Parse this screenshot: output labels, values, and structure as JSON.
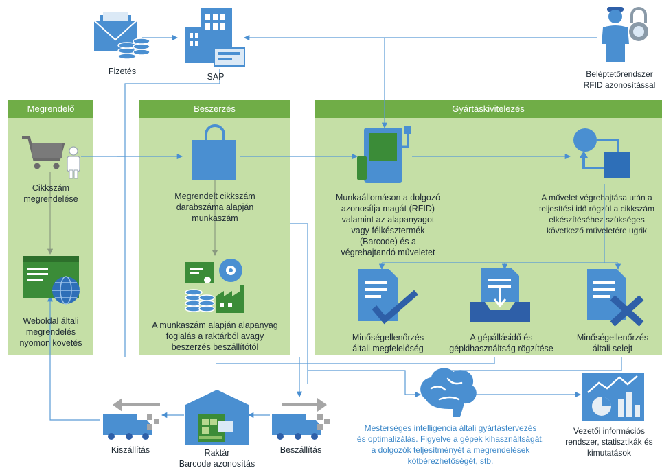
{
  "sections": {
    "megrendelo": "Megrendelő",
    "beszerzes": "Beszerzés",
    "gyartas": "Gyártáskivitelezés"
  },
  "labels": {
    "fizetes": "Fizetés",
    "sap": "SAP",
    "belepteto": "Beléptetőrendszer\nRFID azonosítással",
    "cikkszam": "Cikkszám\nmegrendelése",
    "weboldal": "Weboldal általi\nmegrendelés\nnyomon követés",
    "megrendelt": "Megrendelt cikkszám\ndarabszáma alapján\nmunkaszám",
    "munkaszam": "A munkaszám alapján alapanyag\nfoglalás a raktárból avagy\nbeszerzés beszállítótól",
    "munkaallomas": "Munkaállomáson a dolgozó\nazonosítja magát (RFID)\nvalamint az alapanyagot\nvagy félkésztermék\n(Barcode) és a\nvégrehajtandó műveletet",
    "muvelet": "A művelet végrehajtása után a\nteljesítési idő rögzül a cikkszám\nelkészítéséhez szükséges\nkövetkező műveletére ugrik",
    "megfelelo": "Minőségellenőrzés\náltali megfelelőség",
    "gepallasido": "A gépállásidő és\ngépkihasználtság rögzítése",
    "selejt": "Minőségellenőrzés\náltali selejt",
    "mi": "Mesterséges intelligencia általi gyártástervezés\nés optimalizálás. Figyelve a gépek kihasználtságát,\na dolgozók teljesítményét a megrendelések\nkötbérezhetőségét, stb.",
    "vezetoi": "Vezetői információs\nrendszer, statisztikák és\nkimutatások",
    "kiszallitas": "Kiszállítás",
    "raktar": "Raktár\nBarcode azonosítás",
    "beszallitas": "Beszállítás"
  },
  "icons": [
    "envelope-coins-icon",
    "building-icon",
    "security-guard-lock-icon",
    "shopping-cart-icon",
    "person-icon",
    "web-globe-icon",
    "bag-icon",
    "certificate-icon",
    "disc-icon",
    "database-icon",
    "factory-icon",
    "rfid-terminal-icon",
    "process-cycle-icon",
    "document-check-icon",
    "document-tray-icon",
    "document-x-icon",
    "brain-icon",
    "dashboard-chart-icon",
    "truck-icon",
    "warehouse-icon"
  ],
  "colors": {
    "header_green": "#70ad47",
    "panel_green": "#c5dfa6",
    "icon_blue": "#4a8fd1",
    "line_blue": "#5b9bd5",
    "dark_blue": "#2e5fa8",
    "text_blue": "#3b87c8"
  }
}
